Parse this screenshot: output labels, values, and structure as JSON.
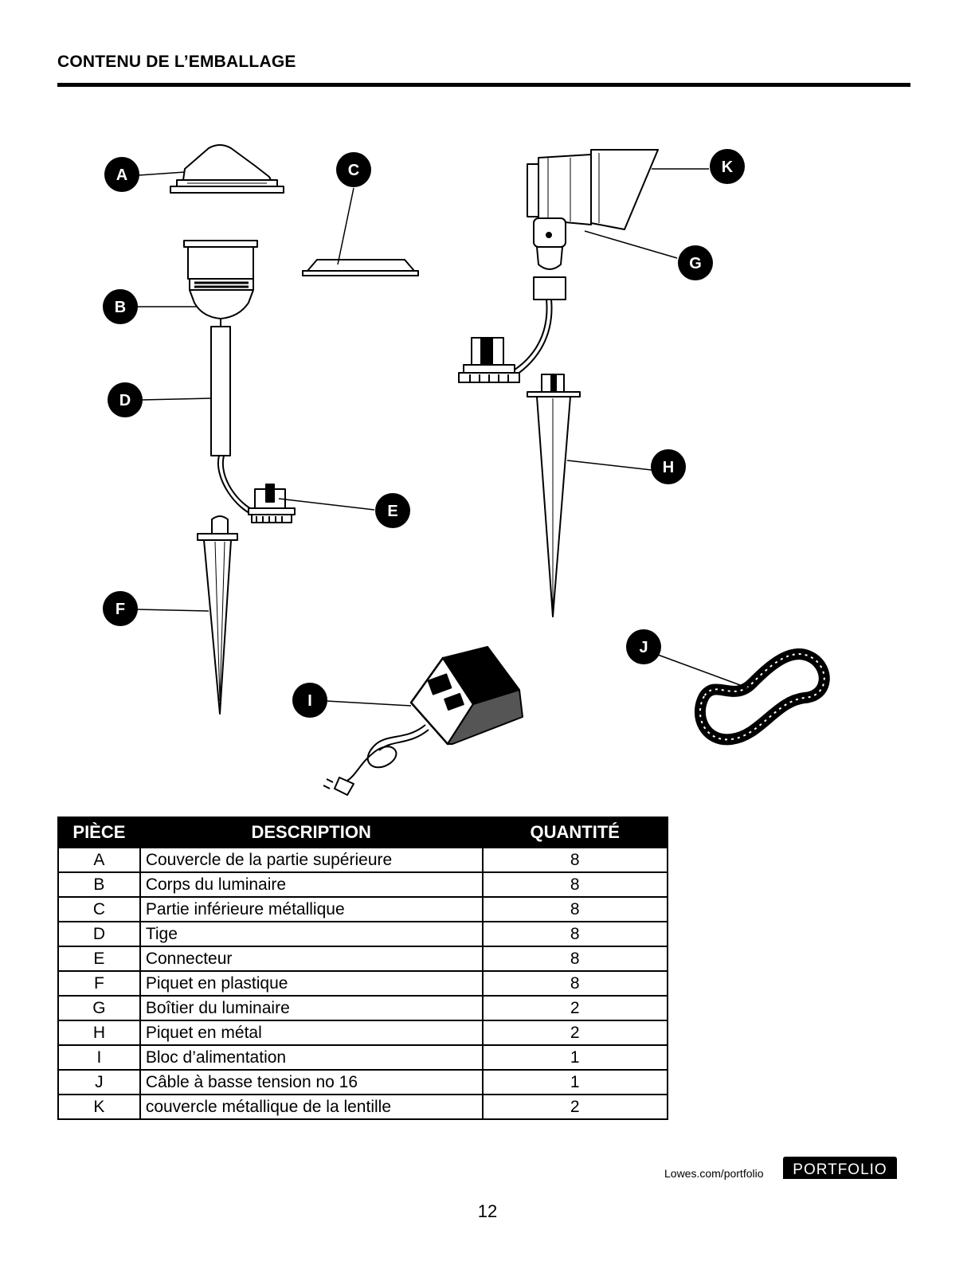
{
  "heading": "CONTENU DE L’EMBALLAGE",
  "callouts": [
    "A",
    "B",
    "C",
    "D",
    "E",
    "F",
    "G",
    "H",
    "I",
    "J",
    "K"
  ],
  "table": {
    "headers": {
      "piece": "PIÈCE",
      "description": "DESCRIPTION",
      "quantity": "QUANTITÉ"
    },
    "rows": [
      {
        "piece": "A",
        "description": "Couvercle de la partie supérieure",
        "quantity": "8"
      },
      {
        "piece": "B",
        "description": "Corps du luminaire",
        "quantity": "8"
      },
      {
        "piece": "C",
        "description": "Partie inférieure métallique",
        "quantity": "8"
      },
      {
        "piece": "D",
        "description": "Tige",
        "quantity": "8"
      },
      {
        "piece": "E",
        "description": "Connecteur",
        "quantity": "8"
      },
      {
        "piece": "F",
        "description": "Piquet en plastique",
        "quantity": "8"
      },
      {
        "piece": "G",
        "description": "Boîtier du luminaire",
        "quantity": "2"
      },
      {
        "piece": "H",
        "description": "Piquet en métal",
        "quantity": "2"
      },
      {
        "piece": "I",
        "description": "Bloc d’alimentation",
        "quantity": "1"
      },
      {
        "piece": "J",
        "description": "Câble à basse tension no 16",
        "quantity": "1"
      },
      {
        "piece": "K",
        "description": "couvercle métallique de la lentille",
        "quantity": "2"
      }
    ]
  },
  "footer": {
    "url": "Lowes.com/portfolio",
    "brand": "PORTFOLIO",
    "page_number": "12"
  }
}
